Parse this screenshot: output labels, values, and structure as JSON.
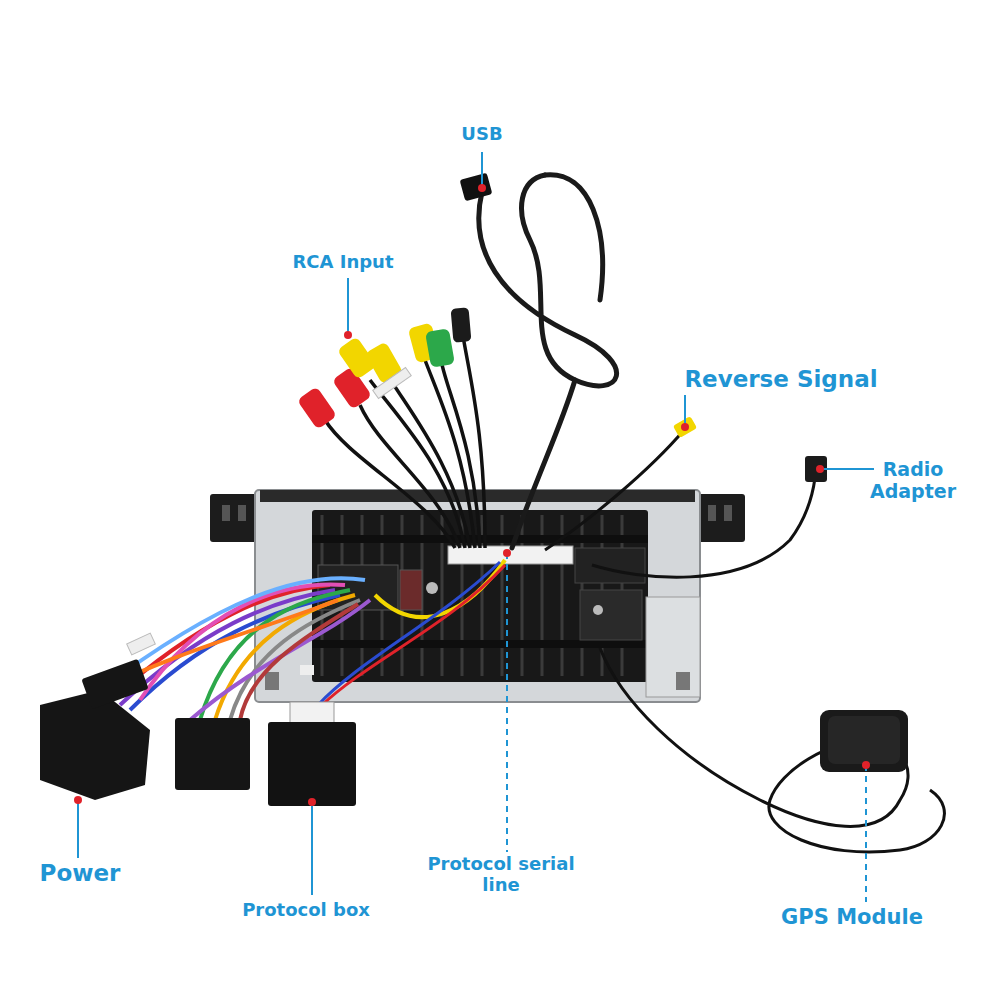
{
  "diagram": {
    "labels": [
      "USB",
      "RCA Input",
      "Reverse Signal",
      "Radio Adapter",
      "Power",
      "Protocol box",
      "Protocol serial line",
      "GPS Module"
    ]
  }
}
